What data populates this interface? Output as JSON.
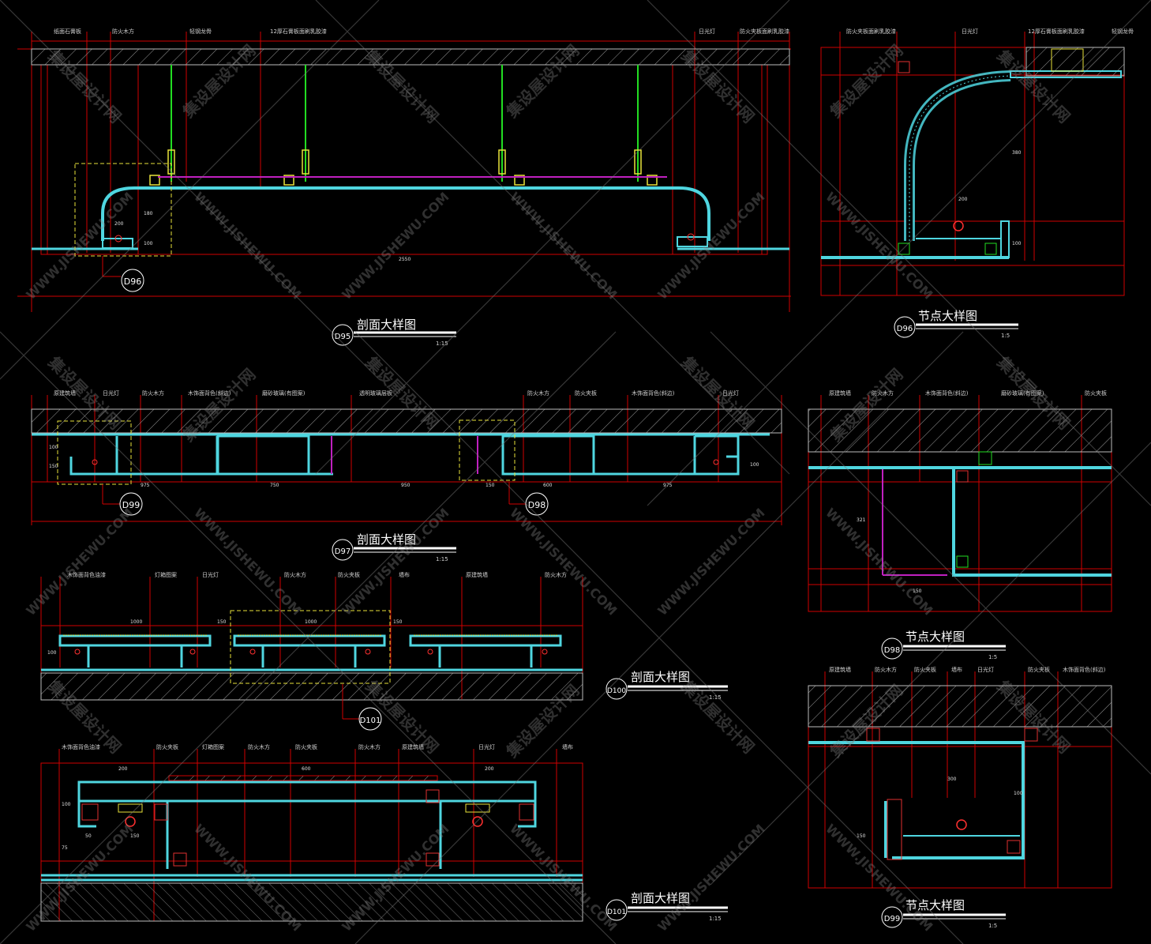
{
  "watermark": {
    "cn": "集设屋设计网",
    "url": "WWW.JISHEWU.COM"
  },
  "panels": [
    {
      "id": "D95",
      "title": "剖面大样图",
      "scale": "1:15",
      "labels": [
        "纸面石膏板",
        "防火木方",
        "轻钢龙骨",
        "12厚石膏板面刷乳胶漆",
        "日光灯",
        "防火夹板面刷乳胶漆"
      ],
      "dims": [
        "200",
        "100",
        "180",
        "2550"
      ],
      "callout": "D96"
    },
    {
      "id": "D96",
      "title": "节点大样图",
      "scale": "1:5",
      "labels": [
        "防火夹板面刷乳胶漆",
        "日光灯",
        "12厚石膏板面刷乳胶漆",
        "轻钢龙骨"
      ],
      "dims": [
        "200",
        "380",
        "100"
      ]
    },
    {
      "id": "D97",
      "title": "剖面大样图",
      "scale": "1:15",
      "labels": [
        "原建筑墙",
        "日光灯",
        "防火木方",
        "木饰面背色(斜边)",
        "磨砂玻璃(有图案)",
        "透明玻璃层板",
        "防火木方",
        "防火夹板",
        "木饰面背色(斜边)",
        "日光灯"
      ],
      "dims": [
        "100",
        "150",
        "975",
        "750",
        "950",
        "150",
        "600",
        "975",
        "100"
      ],
      "callouts": [
        "D99",
        "D98"
      ]
    },
    {
      "id": "D98",
      "title": "节点大样图",
      "scale": "1:5",
      "labels": [
        "原建筑墙",
        "防火木方",
        "木饰面背色(斜边)",
        "磨砂玻璃(有图案)",
        "防火夹板"
      ],
      "dims": [
        "321",
        "150"
      ]
    },
    {
      "id": "D100",
      "title": "剖面大样图",
      "scale": "1:15",
      "labels": [
        "木饰面背色油漆",
        "灯箱图案",
        "日光灯",
        "防火木方",
        "防火夹板",
        "墙布",
        "原建筑墙",
        "防火木方"
      ],
      "dims": [
        "1000",
        "150",
        "1000",
        "150",
        "100"
      ],
      "callout": "D101"
    },
    {
      "id": "D101",
      "title": "剖面大样图",
      "scale": "1:15",
      "labels": [
        "木饰面背色油漆",
        "防火夹板",
        "灯箱图案",
        "防火木方",
        "防火夹板",
        "防火木方",
        "原建筑墙",
        "日光灯",
        "墙布"
      ],
      "dims": [
        "200",
        "600",
        "200",
        "100",
        "50",
        "150",
        "75"
      ]
    },
    {
      "id": "D99",
      "title": "节点大样图",
      "scale": "1:5",
      "labels": [
        "原建筑墙",
        "防火木方",
        "防火夹板",
        "墙布",
        "日光灯",
        "防火夹板",
        "木饰面背色(斜边)"
      ],
      "dims": [
        "300",
        "100",
        "150"
      ]
    }
  ]
}
